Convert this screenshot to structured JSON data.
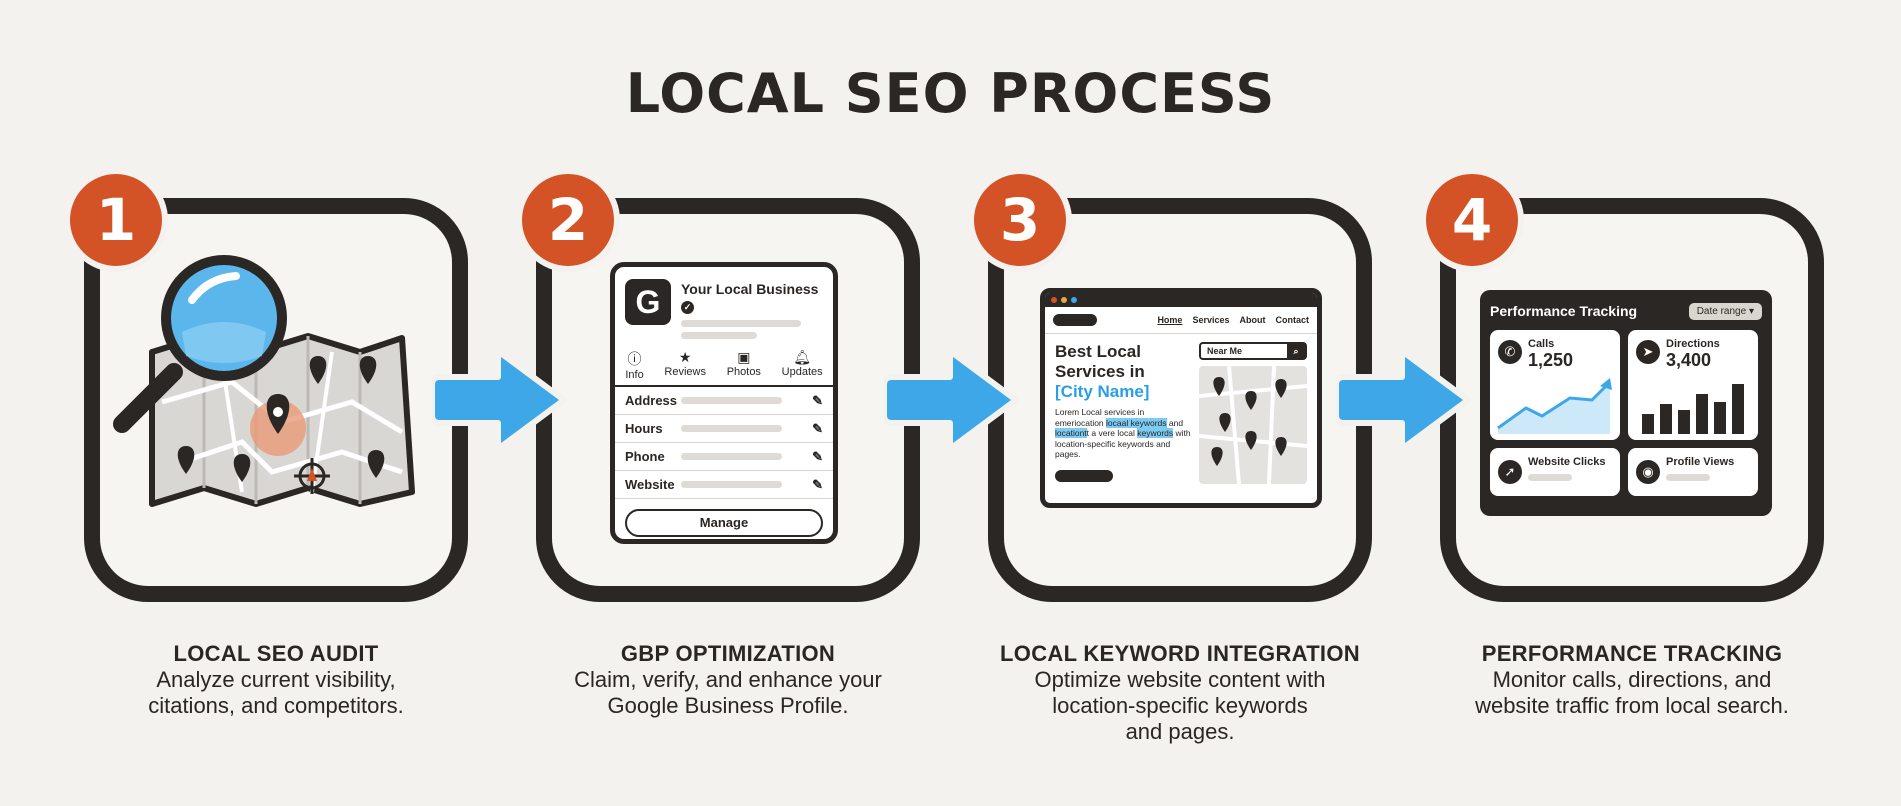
{
  "title": "LOCAL SEO PROCESS",
  "colors": {
    "accent": "#d45326",
    "arrow": "#3ea7e8",
    "ink": "#2b2725",
    "background": "#f3f2ee"
  },
  "steps": [
    {
      "number": "1",
      "title": "LOCAL SEO AUDIT",
      "description": "Analyze current visibility,\ncitations, and competitors."
    },
    {
      "number": "2",
      "title": "GBP OPTIMIZATION",
      "description": "Claim, verify, and enhance your\nGoogle Business Profile."
    },
    {
      "number": "3",
      "title": "LOCAL KEYWORD INTEGRATION",
      "description": "Optimize website content with\nlocation-specific keywords\nand pages."
    },
    {
      "number": "4",
      "title": "PERFORMANCE TRACKING",
      "description": "Monitor calls, directions, and\nwebsite traffic from local search."
    }
  ],
  "gbp": {
    "business_name": "Your Local Business",
    "tabs": [
      {
        "icon": "info-icon",
        "label": "Info"
      },
      {
        "icon": "star-icon",
        "label": "Reviews"
      },
      {
        "icon": "photo-icon",
        "label": "Photos"
      },
      {
        "icon": "bell-icon",
        "label": "Updates"
      }
    ],
    "fields": [
      "Address",
      "Hours",
      "Phone",
      "Website"
    ],
    "button": "Manage"
  },
  "website": {
    "nav": [
      "Home",
      "Services",
      "About",
      "Contact"
    ],
    "headline_a": "Best Local",
    "headline_b": "Services in",
    "headline_highlight": "[City Name]",
    "body_1": "Lorem Local services in",
    "body_2": "emeriocation",
    "body_kw1": "locaal keywords",
    "body_3": "and",
    "body_kw2": "locationt",
    "body_4": "t a vere local",
    "body_kw3": "keywords",
    "body_5": "with location-specific keywords and pages.",
    "search_placeholder": "Near Me"
  },
  "dashboard": {
    "title": "Performance Tracking",
    "date_range": "Date range",
    "calls_label": "Calls",
    "calls_value": "1,250",
    "directions_label": "Directions",
    "directions_value": "3,400",
    "clicks_label": "Website Clicks",
    "views_label": "Profile Views"
  }
}
